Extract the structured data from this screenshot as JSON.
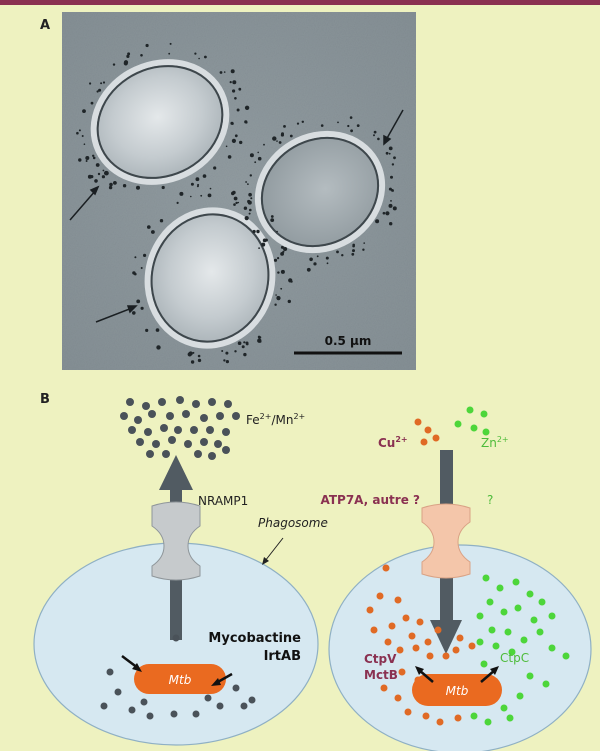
{
  "panel_a": {
    "letter": "A",
    "scale_label": "0.5 µm"
  },
  "panel_b": {
    "letter": "B",
    "left": {
      "ion_base": "Fe",
      "ion_sup": "2+",
      "ion_sep": "/Mn",
      "ion_sup2": "2+",
      "transporter": "NRAMP1",
      "compartment": "Phagosome",
      "siderophore_1": "Mycobactine",
      "siderophore_2": "IrtAB",
      "bacterium": "Mtb"
    },
    "right": {
      "cu_base": "Cu",
      "cu_sup": "2+",
      "zn_base": "Zn",
      "zn_sup": "2+",
      "transporter_cu": "ATP7A, autre ?",
      "transporter_zn": "?",
      "pump_1": "CtpV",
      "pump_2": "MctB",
      "pump_zn": "CtpC",
      "bacterium": "Mtb"
    }
  },
  "colors": {
    "background": "#eef2c0",
    "accent_bar": "#8a3151",
    "phagosome_fill": "#d6e8f1",
    "iron_dots": "#4a5259",
    "copper": "#e06a25",
    "zinc": "#4dd63a",
    "label_copper": "#8a3151",
    "label_zinc": "#4dbb3a"
  }
}
